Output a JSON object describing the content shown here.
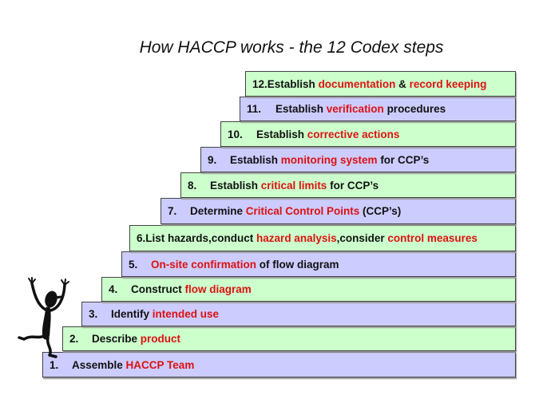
{
  "title": "How HACCP works - the 12 Codex steps",
  "colors": {
    "green": "#ccffcc",
    "lavender": "#ccccff",
    "highlight": "#dd1111"
  },
  "figure_icon": "climbing-stick-figure-icon",
  "steps": [
    {
      "number": "1.",
      "spaced": true,
      "parts": [
        {
          "t": "Assemble ",
          "r": false
        },
        {
          "t": "HACCP Team",
          "r": true
        }
      ]
    },
    {
      "number": "2.",
      "spaced": true,
      "parts": [
        {
          "t": "Describe ",
          "r": false
        },
        {
          "t": "product",
          "r": true
        }
      ]
    },
    {
      "number": "3.",
      "spaced": true,
      "parts": [
        {
          "t": "Identify ",
          "r": false
        },
        {
          "t": "intended use",
          "r": true
        }
      ]
    },
    {
      "number": "4.",
      "spaced": true,
      "parts": [
        {
          "t": "Construct ",
          "r": false
        },
        {
          "t": "flow diagram",
          "r": true
        }
      ]
    },
    {
      "number": "5.",
      "spaced": true,
      "parts": [
        {
          "t": "On-site confirmation",
          "r": true
        },
        {
          "t": " of flow diagram",
          "r": false
        }
      ]
    },
    {
      "number": "6.",
      "spaced": false,
      "parts": [
        {
          "t": "List hazards,conduct ",
          "r": false
        },
        {
          "t": "hazard analysis",
          "r": true
        },
        {
          "t": ",consider ",
          "r": false
        },
        {
          "t": "control measures",
          "r": true
        }
      ]
    },
    {
      "number": "7.",
      "spaced": true,
      "parts": [
        {
          "t": "Determine ",
          "r": false
        },
        {
          "t": "Critical Control Points",
          "r": true
        },
        {
          "t": " (CCP’s)",
          "r": false
        }
      ]
    },
    {
      "number": "8.",
      "spaced": true,
      "parts": [
        {
          "t": "Establish ",
          "r": false
        },
        {
          "t": "critical limits",
          "r": true
        },
        {
          "t": " for CCP’s",
          "r": false
        }
      ]
    },
    {
      "number": "9.",
      "spaced": true,
      "parts": [
        {
          "t": "Establish ",
          "r": false
        },
        {
          "t": "monitoring system",
          "r": true
        },
        {
          "t": " for CCP’s",
          "r": false
        }
      ]
    },
    {
      "number": "10.",
      "spaced": true,
      "parts": [
        {
          "t": "Establish ",
          "r": false
        },
        {
          "t": "corrective actions",
          "r": true
        }
      ]
    },
    {
      "number": "11.",
      "spaced": true,
      "parts": [
        {
          "t": "Establish ",
          "r": false
        },
        {
          "t": "verification",
          "r": true
        },
        {
          "t": " procedures",
          "r": false
        }
      ]
    },
    {
      "number": "12.",
      "spaced": false,
      "parts": [
        {
          "t": "Establish ",
          "r": false
        },
        {
          "t": "documentation",
          "r": true
        },
        {
          "t": " & ",
          "r": false
        },
        {
          "t": "record keeping",
          "r": true
        }
      ]
    }
  ]
}
